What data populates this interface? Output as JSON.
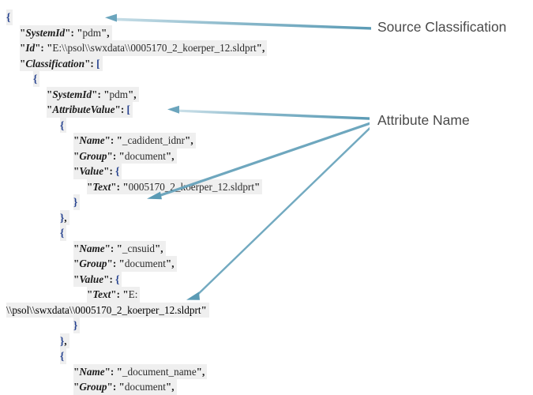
{
  "code": {
    "language": "json",
    "highlight_color": "#efefef",
    "lines": [
      {
        "indent": 0,
        "text": "{"
      },
      {
        "indent": 1,
        "text": "\"SystemId\": \"pdm\","
      },
      {
        "indent": 1,
        "text": "\"Id\": \"E:\\\\psol\\\\swxdata\\\\0005170_2_koerper_12.sldprt\","
      },
      {
        "indent": 1,
        "text": "\"Classification\": ["
      },
      {
        "indent": 2,
        "text": "{"
      },
      {
        "indent": 3,
        "text": "\"SystemId\": \"pdm\","
      },
      {
        "indent": 3,
        "text": "\"AttributeValue\": ["
      },
      {
        "indent": 4,
        "text": "{"
      },
      {
        "indent": 5,
        "text": "\"Name\": \"_cadident_idnr\","
      },
      {
        "indent": 5,
        "text": "\"Group\": \"document\","
      },
      {
        "indent": 5,
        "text": "\"Value\": {"
      },
      {
        "indent": 6,
        "text": "\"Text\": \"0005170_2_koerper_12.sldprt\""
      },
      {
        "indent": 5,
        "text": "}"
      },
      {
        "indent": 4,
        "text": "},"
      },
      {
        "indent": 4,
        "text": "{"
      },
      {
        "indent": 5,
        "text": "\"Name\": \"_cnsuid\","
      },
      {
        "indent": 5,
        "text": "\"Group\": \"document\","
      },
      {
        "indent": 5,
        "text": "\"Value\": {"
      },
      {
        "indent": 6,
        "text": "\"Text\": \"E:"
      },
      {
        "indent": 0,
        "text": "\\\\psol\\\\swxdata\\\\0005170_2_koerper_12.sldprt\""
      },
      {
        "indent": 5,
        "text": "}"
      },
      {
        "indent": 4,
        "text": "},"
      },
      {
        "indent": 4,
        "text": "{"
      },
      {
        "indent": 5,
        "text": "\"Name\": \"_document_name\","
      },
      {
        "indent": 5,
        "text": "\"Group\": \"document\","
      }
    ]
  },
  "annotations": {
    "color": "#5b9bb5",
    "text_color": "#4a4a4a",
    "items": [
      {
        "id": "source-classification",
        "label": "Source Classification",
        "targets": [
          "SystemId-pdm-root"
        ]
      },
      {
        "id": "attribute-name",
        "label": "Attribute Name",
        "targets": [
          "_cadident_idnr",
          "_cnsuid",
          "_document_name"
        ]
      }
    ]
  }
}
